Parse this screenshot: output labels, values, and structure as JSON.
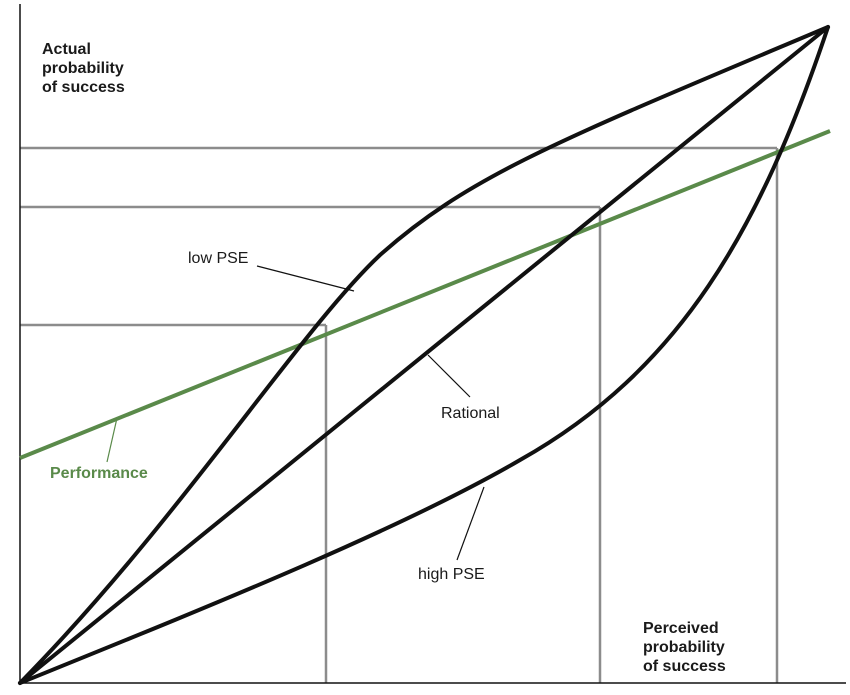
{
  "title": {
    "y_axis_lines": [
      "Actual",
      "probability",
      "of success"
    ],
    "x_axis_lines": [
      "Perceived",
      "probability",
      "of success"
    ]
  },
  "labels": {
    "low_pse": "low PSE",
    "rational": "Rational",
    "high_pse": "high PSE",
    "performance": "Performance"
  },
  "colors": {
    "curve": "#111111",
    "performance": "#5a8a4a",
    "grid": "#8c8c8c",
    "axis": "#111111"
  }
}
